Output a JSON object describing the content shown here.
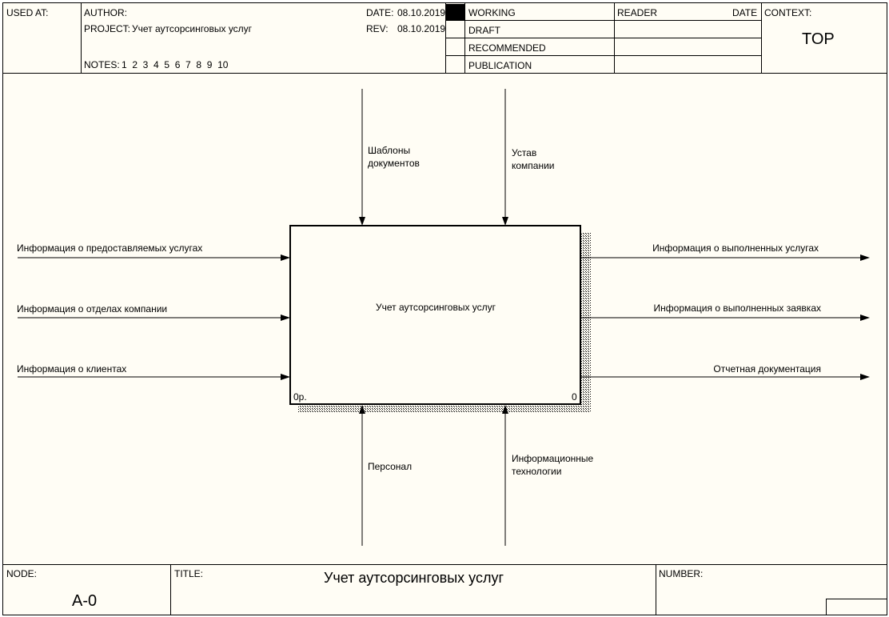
{
  "header": {
    "used_at_label": "USED AT:",
    "author_label": "AUTHOR:",
    "author_value": "",
    "project_label": "PROJECT:",
    "project_value": "Учет аутсорсинговых услуг",
    "date_label": "DATE:",
    "date_value": "08.10.2019",
    "rev_label": "REV:",
    "rev_value": "08.10.2019",
    "notes_label": "NOTES:",
    "notes_numbers": "1  2  3  4  5  6  7  8  9  10",
    "status": [
      {
        "label": "WORKING",
        "checked": true
      },
      {
        "label": "DRAFT",
        "checked": false
      },
      {
        "label": "RECOMMENDED",
        "checked": false
      },
      {
        "label": "PUBLICATION",
        "checked": false
      }
    ],
    "reader_label": "READER",
    "reader_date_label": "DATE",
    "context_label": "CONTEXT:",
    "context_value": "TOP"
  },
  "diagram": {
    "activity": {
      "name": "Учет аутсорсинговых услуг",
      "cost": "0р.",
      "number": "0"
    },
    "controls": [
      {
        "line1": "Шаблоны",
        "line2": "документов"
      },
      {
        "line1": "Устав",
        "line2": "компании"
      }
    ],
    "inputs": [
      "Информация о предоставляемых услугах",
      "Информация о отделах компании",
      "Информация о клиентах"
    ],
    "outputs": [
      "Информация о выполненных услугах",
      "Информация о выполненных заявках",
      "Отчетная документация"
    ],
    "mechanisms": [
      {
        "line1": "Персонал",
        "line2": ""
      },
      {
        "line1": "Информационные",
        "line2": "технологии"
      }
    ]
  },
  "footer": {
    "node_label": "NODE:",
    "node_value": "A-0",
    "title_label": "TITLE:",
    "title_value": "Учет аутсорсинговых услуг",
    "number_label": "NUMBER:"
  }
}
